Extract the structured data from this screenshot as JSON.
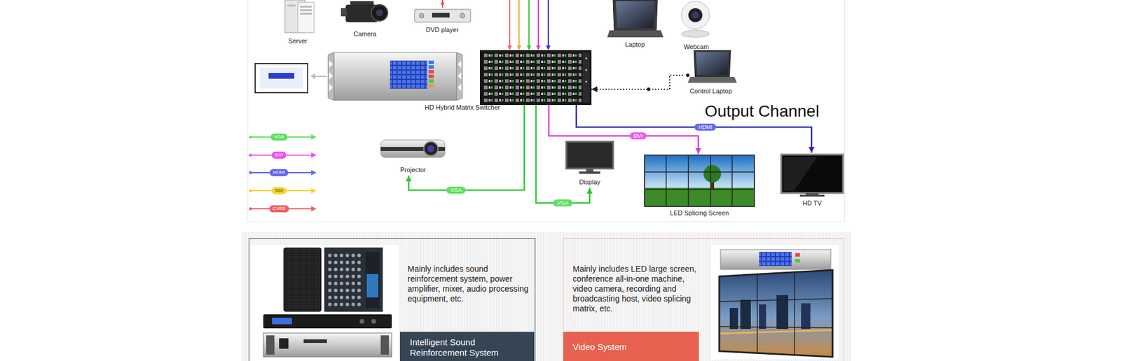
{
  "diagram": {
    "nodes": [
      {
        "text": [
          "Server"
        ]
      },
      {
        "text": [
          "Camera"
        ]
      },
      {
        "text": [
          "DVD player"
        ]
      },
      {
        "text": [
          "Laptop"
        ]
      },
      {
        "text": [
          "Webcam"
        ]
      },
      {
        "text": [
          "HD Hybrid Matrix Switcher"
        ]
      },
      {
        "text": [
          "Control Laptop"
        ]
      },
      {
        "text": [
          "Projector"
        ]
      },
      {
        "text": [
          "Display"
        ]
      },
      {
        "text": [
          "LED Splicing Screen"
        ]
      },
      {
        "text": [
          "HD TV"
        ]
      },
      {
        "text": [
          "Mainly includes sound reinforcement system, power amplifier, mixer, audio processing equipment, etc."
        ]
      },
      {
        "text": [
          "Intelligent Sound Reinforcement System"
        ],
        "in": 11
      },
      {
        "text": [
          "Mainly includes LED large screen, conference all-in-one machine, video camera, recording and broadcasting host, video splicing matrix, etc."
        ]
      },
      {
        "text": [
          "Video System"
        ],
        "in": 13
      }
    ],
    "edges": [
      {
        "from": 6,
        "to": 5,
        "arrow": "to"
      },
      {
        "from": 5,
        "to": 7,
        "label": "VGA",
        "arrow": "to"
      },
      {
        "from": 5,
        "to": 8,
        "label": "VGA",
        "arrow": "to"
      },
      {
        "from": 5,
        "to": 9,
        "label": "DVI",
        "arrow": "to"
      },
      {
        "from": 5,
        "to": 10,
        "label": "HDMI",
        "arrow": "to"
      }
    ],
    "labels": [
      "Output Channel"
    ],
    "legend": [
      {
        "text": "VGA"
      },
      {
        "text": "DVI"
      },
      {
        "text": "HDMI"
      },
      {
        "text": "SDI"
      },
      {
        "text": "CVBS"
      }
    ]
  }
}
